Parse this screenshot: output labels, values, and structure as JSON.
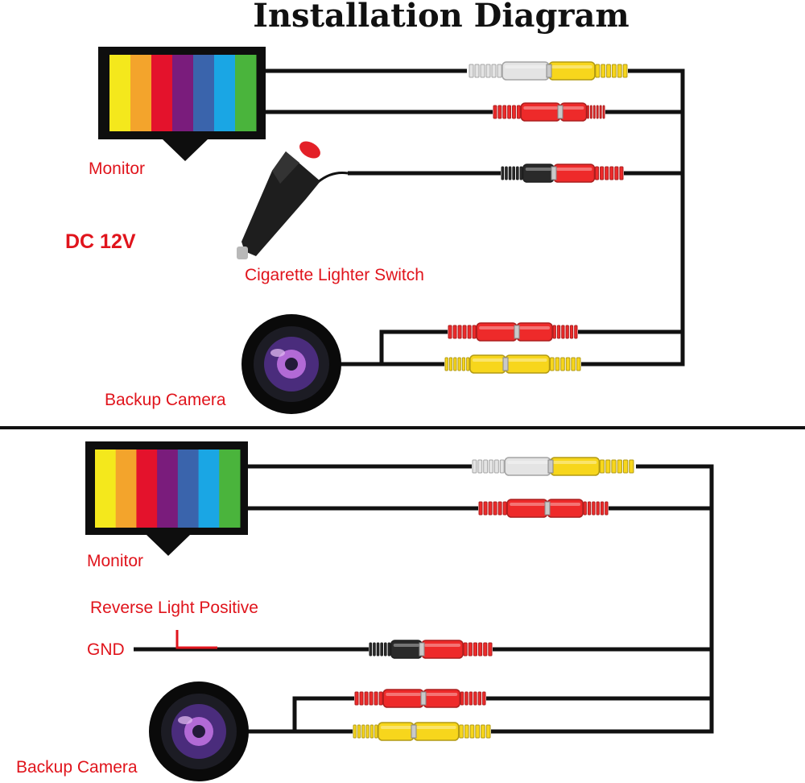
{
  "title": "Installation Diagram",
  "top": {
    "monitor_label": "Monitor",
    "power_label": "DC 12V",
    "switch_label": "Cigarette Lighter Switch",
    "camera_label": "Backup Camera"
  },
  "bottom": {
    "monitor_label": "Monitor",
    "reverse_label": "Reverse Light Positive",
    "gnd_label": "GND",
    "camera_label": "Backup Camera"
  },
  "colors": {
    "label": "#e0141c",
    "wire": "#111111",
    "plug_red": "#ee2a2a",
    "plug_yellow": "#f7d61c",
    "plug_white": "#e4e4e4",
    "plug_black": "#2a2a2a",
    "bars": [
      "#f4e81c",
      "#f3a42c",
      "#e4122c",
      "#7a1c7c",
      "#3a64ac",
      "#1aa6e4",
      "#4ab43c"
    ]
  }
}
